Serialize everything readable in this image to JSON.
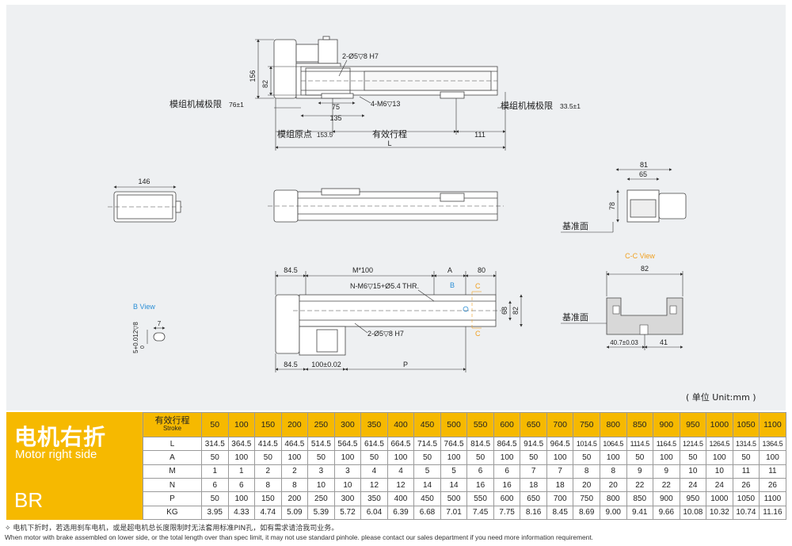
{
  "drawing": {
    "top": {
      "dim_156": "156",
      "dim_82": "82",
      "hole_callout": "2-Ø5▽8 H7",
      "tap_callout": "4-M6▽13",
      "dim_75": "75",
      "dim_135": "135",
      "limit_left": "模组机械极限",
      "limit_left_val": "76±1",
      "limit_right": "模组机械极限",
      "limit_right_val": "33.5±1",
      "origin": "模组原点",
      "origin_val": "153.5",
      "effective_stroke": "有效行程",
      "dim_111": "111",
      "dim_L": "L"
    },
    "end_view_left": {
      "dim_146": "146"
    },
    "end_view_right": {
      "dim_81": "81",
      "dim_65": "65",
      "dim_78": "78",
      "ref_face": "基准面"
    },
    "bottom": {
      "dim_845_top": "84.5",
      "dim_M100": "M*100",
      "dim_A": "A",
      "dim_80": "80",
      "thread_callout": "N-M6▽15+Ø5.4 THR.",
      "b_marker": "B",
      "c_marker_top": "C",
      "c_marker_bottom": "C",
      "dim_68": "68",
      "dim_82": "82",
      "hole_callout": "2-Ø5▽8 H7",
      "dim_845_bottom": "84.5",
      "dim_100_tol": "100±0.02",
      "dim_P": "P"
    },
    "b_view": {
      "title": "B View",
      "dim_7": "7",
      "dim_depth": "5+0.012▽8",
      "dim_zero": "0"
    },
    "cc_view": {
      "title": "C-C View",
      "dim_82": "82",
      "ref_face": "基准面",
      "dim_407": "40.7±0.03",
      "dim_41": "41"
    }
  },
  "unit_note": "( 单位 Unit:mm )",
  "title": {
    "cn": "电机右折",
    "en": "Motor right side",
    "code": "BR"
  },
  "table": {
    "header_cn": "有效行程",
    "header_en": "Stroke",
    "strokes": [
      "50",
      "100",
      "150",
      "200",
      "250",
      "300",
      "350",
      "400",
      "450",
      "500",
      "550",
      "600",
      "650",
      "700",
      "750",
      "800",
      "850",
      "900",
      "950",
      "1000",
      "1050",
      "1100"
    ],
    "rows": [
      {
        "label": "L",
        "values": [
          "314.5",
          "364.5",
          "414.5",
          "464.5",
          "514.5",
          "564.5",
          "614.5",
          "664.5",
          "714.5",
          "764.5",
          "814.5",
          "864.5",
          "914.5",
          "964.5",
          "1014.5",
          "1064.5",
          "1114.5",
          "1164.5",
          "1214.5",
          "1264.5",
          "1314.5",
          "1364.5"
        ]
      },
      {
        "label": "A",
        "values": [
          "50",
          "100",
          "50",
          "100",
          "50",
          "100",
          "50",
          "100",
          "50",
          "100",
          "50",
          "100",
          "50",
          "100",
          "50",
          "100",
          "50",
          "100",
          "50",
          "100",
          "50",
          "100"
        ]
      },
      {
        "label": "M",
        "values": [
          "1",
          "1",
          "2",
          "2",
          "3",
          "3",
          "4",
          "4",
          "5",
          "5",
          "6",
          "6",
          "7",
          "7",
          "8",
          "8",
          "9",
          "9",
          "10",
          "10",
          "11",
          "11"
        ]
      },
      {
        "label": "N",
        "values": [
          "6",
          "6",
          "8",
          "8",
          "10",
          "10",
          "12",
          "12",
          "14",
          "14",
          "16",
          "16",
          "18",
          "18",
          "20",
          "20",
          "22",
          "22",
          "24",
          "24",
          "26",
          "26"
        ]
      },
      {
        "label": "P",
        "values": [
          "50",
          "100",
          "150",
          "200",
          "250",
          "300",
          "350",
          "400",
          "450",
          "500",
          "550",
          "600",
          "650",
          "700",
          "750",
          "800",
          "850",
          "900",
          "950",
          "1000",
          "1050",
          "1100"
        ]
      },
      {
        "label": "KG",
        "values": [
          "3.95",
          "4.33",
          "4.74",
          "5.09",
          "5.39",
          "5.72",
          "6.04",
          "6.39",
          "6.68",
          "7.01",
          "7.45",
          "7.75",
          "8.16",
          "8.45",
          "8.69",
          "9.00",
          "9.41",
          "9.66",
          "10.08",
          "10.32",
          "10.74",
          "11.16"
        ]
      }
    ]
  },
  "footnote": {
    "cn": "✧ 电机下折时，若选用刹车电机，或是超电机总长度限制时无法套用标准PIN孔，如有需求请洽我司业务。",
    "en": "When motor with brake assembled on lower side, or the total length over than spec limit, it may not use standard pinhole. please contact our sales department if you need more information requirement."
  },
  "colors": {
    "accent": "#f6b900",
    "drawing_bg": "#eef0f2",
    "marker_blue": "#2b8fd6",
    "marker_orange": "#f0a020"
  }
}
